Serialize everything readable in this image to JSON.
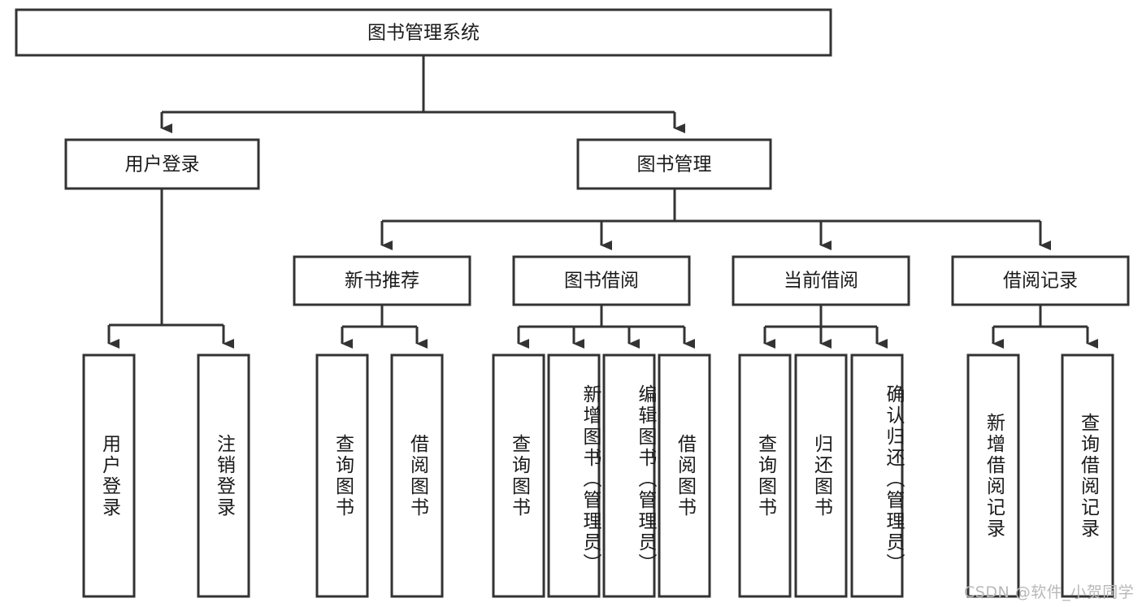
{
  "diagram": {
    "type": "tree-hierarchy",
    "title": "图书管理系统",
    "orientation": "top-down",
    "colors": {
      "box_fill": "#ffffff",
      "box_stroke": "#333333",
      "text": "#1a1a1a",
      "background": "#ffffff",
      "watermark": "#b8b8b8"
    },
    "root": {
      "label": "图书管理系统"
    },
    "level2": [
      {
        "label": "用户登录"
      },
      {
        "label": "图书管理"
      }
    ],
    "level3": [
      {
        "label": "新书推荐"
      },
      {
        "label": "图书借阅"
      },
      {
        "label": "当前借阅"
      },
      {
        "label": "借阅记录"
      }
    ],
    "leaves": {
      "user_login": [
        {
          "label": "用户登录"
        },
        {
          "label": "注销登录"
        }
      ],
      "new_book_recommend": [
        {
          "label": "查询图书"
        },
        {
          "label": "借阅图书"
        }
      ],
      "book_borrow": [
        {
          "label": "查询图书"
        },
        {
          "label": "新增图书（管理员）"
        },
        {
          "label": "编辑图书（管理员）"
        },
        {
          "label": "借阅图书"
        }
      ],
      "current_borrow": [
        {
          "label": "查询图书"
        },
        {
          "label": "归还图书"
        },
        {
          "label": "确认归还（管理员）"
        }
      ],
      "borrow_record": [
        {
          "label": "新增借阅记录"
        },
        {
          "label": "查询借阅记录"
        }
      ]
    },
    "edges": [
      {
        "from": "图书管理系统",
        "to": "用户登录"
      },
      {
        "from": "图书管理系统",
        "to": "图书管理"
      },
      {
        "from": "用户登录",
        "to": "用户登录"
      },
      {
        "from": "用户登录",
        "to": "注销登录"
      },
      {
        "from": "图书管理",
        "to": "新书推荐"
      },
      {
        "from": "图书管理",
        "to": "图书借阅"
      },
      {
        "from": "图书管理",
        "to": "当前借阅"
      },
      {
        "from": "图书管理",
        "to": "借阅记录"
      },
      {
        "from": "新书推荐",
        "to": "查询图书"
      },
      {
        "from": "新书推荐",
        "to": "借阅图书"
      },
      {
        "from": "图书借阅",
        "to": "查询图书"
      },
      {
        "from": "图书借阅",
        "to": "新增图书（管理员）"
      },
      {
        "from": "图书借阅",
        "to": "编辑图书（管理员）"
      },
      {
        "from": "图书借阅",
        "to": "借阅图书"
      },
      {
        "from": "当前借阅",
        "to": "查询图书"
      },
      {
        "from": "当前借阅",
        "to": "归还图书"
      },
      {
        "from": "当前借阅",
        "to": "确认归还（管理员）"
      },
      {
        "from": "借阅记录",
        "to": "新增借阅记录"
      },
      {
        "from": "借阅记录",
        "to": "查询借阅记录"
      }
    ]
  },
  "watermark": {
    "text": "CSDN @软件_小贺同学"
  }
}
